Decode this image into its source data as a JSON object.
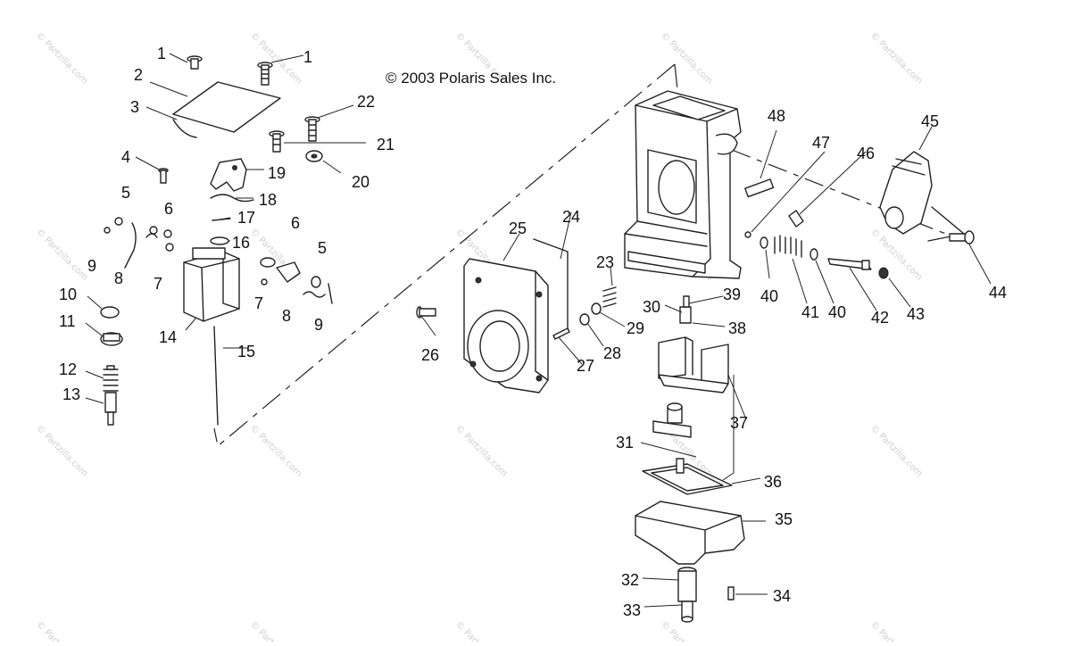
{
  "copyright": "© 2003 Polaris Sales Inc.",
  "watermark": "© Partzilla.com",
  "callouts": [
    "1",
    "1",
    "2",
    "3",
    "22",
    "21",
    "4",
    "19",
    "20",
    "18",
    "5",
    "6",
    "17",
    "16",
    "9",
    "8",
    "7",
    "6",
    "5",
    "10",
    "7",
    "8",
    "9",
    "11",
    "14",
    "15",
    "12",
    "13",
    "24",
    "25",
    "23",
    "26",
    "27",
    "28",
    "29",
    "30",
    "39",
    "38",
    "48",
    "47",
    "46",
    "45",
    "44",
    "40",
    "41",
    "40",
    "42",
    "43",
    "37",
    "31",
    "36",
    "35",
    "32",
    "33",
    "34"
  ]
}
